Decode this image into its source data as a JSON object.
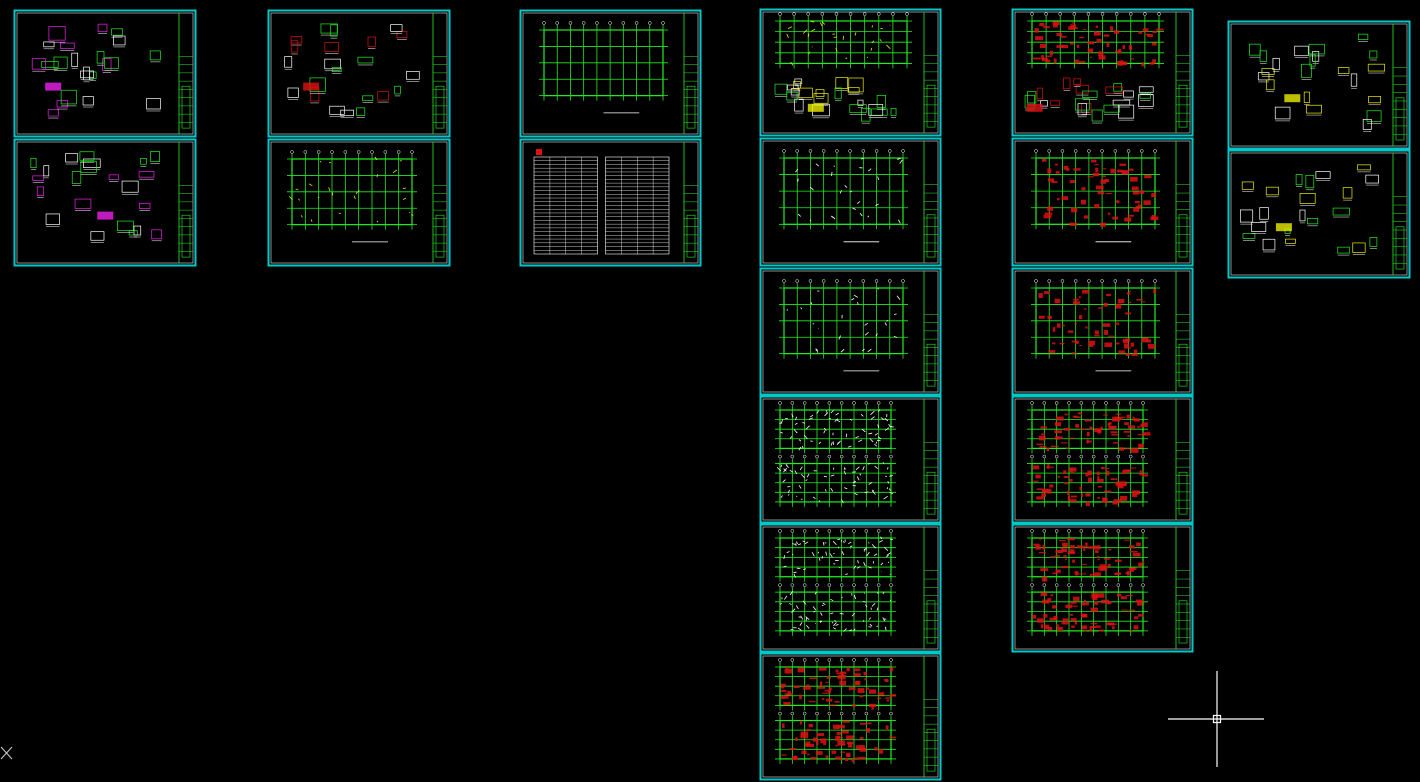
{
  "viewport": {
    "background": "#000000"
  },
  "colors": {
    "sheet_border": "#00c8c8",
    "inner_border": "#e8e8e8",
    "grid": "#22ee22",
    "annotation": "#ffffff",
    "highlight_magenta": "#ee22ee",
    "highlight_red": "#dd1111",
    "highlight_yellow": "#eeee00",
    "crosshair": "#ffffff"
  },
  "sheets": [
    {
      "kind": "details",
      "accent": "magenta"
    },
    {
      "kind": "details",
      "accent": "magenta"
    },
    {
      "kind": "details",
      "accent": "red"
    },
    {
      "kind": "plan",
      "accent": "yellow"
    },
    {
      "kind": "plan",
      "accent": "none"
    },
    {
      "kind": "table",
      "accent": "red"
    },
    {
      "kind": "plan-details",
      "accent": "yellow"
    },
    {
      "kind": "plan",
      "accent": "white"
    },
    {
      "kind": "plan",
      "accent": "white"
    },
    {
      "kind": "double-plan",
      "accent": "white"
    },
    {
      "kind": "double-plan",
      "accent": "white"
    },
    {
      "kind": "double-plan",
      "accent": "red"
    },
    {
      "kind": "plan-details",
      "accent": "red"
    },
    {
      "kind": "plan",
      "accent": "red"
    },
    {
      "kind": "plan",
      "accent": "red"
    },
    {
      "kind": "double-plan",
      "accent": "red"
    },
    {
      "kind": "double-plan",
      "accent": "red"
    },
    {
      "kind": "details",
      "accent": "yellow"
    },
    {
      "kind": "details",
      "accent": "yellow"
    }
  ]
}
